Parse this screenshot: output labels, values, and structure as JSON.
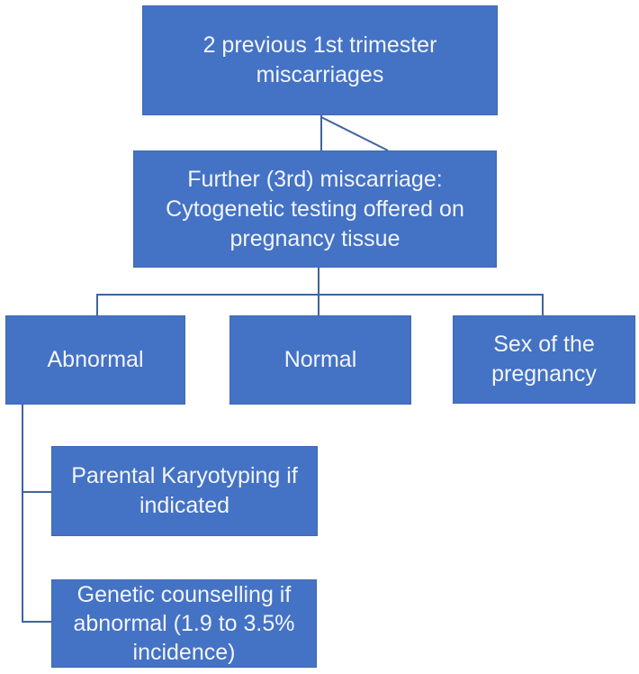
{
  "diagram": {
    "type": "flowchart",
    "colors": {
      "node_fill": "#4472C4",
      "node_border": "#3E68B5",
      "connector": "#41639C",
      "text": "#F2F5FB",
      "background": "#FFFFFF"
    },
    "nodes": {
      "top": {
        "label": "2 previous 1st trimester\nmiscarriages"
      },
      "further": {
        "label": "Further (3rd) miscarriage:\nCytogenetic testing offered on\npregnancy tissue"
      },
      "abnormal": {
        "label": "Abnormal"
      },
      "normal": {
        "label": "Normal"
      },
      "sex": {
        "label": "Sex of the\npregnancy"
      },
      "karyotyping": {
        "label": "Parental Karyotyping if\nindicated"
      },
      "counselling": {
        "label": "Genetic counselling if\nabnormal (1.9 to 3.5%\nincidence)"
      }
    },
    "edges": [
      {
        "from": "top",
        "to": "further"
      },
      {
        "from": "further",
        "to": "abnormal"
      },
      {
        "from": "further",
        "to": "normal"
      },
      {
        "from": "further",
        "to": "sex"
      },
      {
        "from": "abnormal",
        "to": "karyotyping"
      },
      {
        "from": "abnormal",
        "to": "counselling"
      }
    ]
  }
}
